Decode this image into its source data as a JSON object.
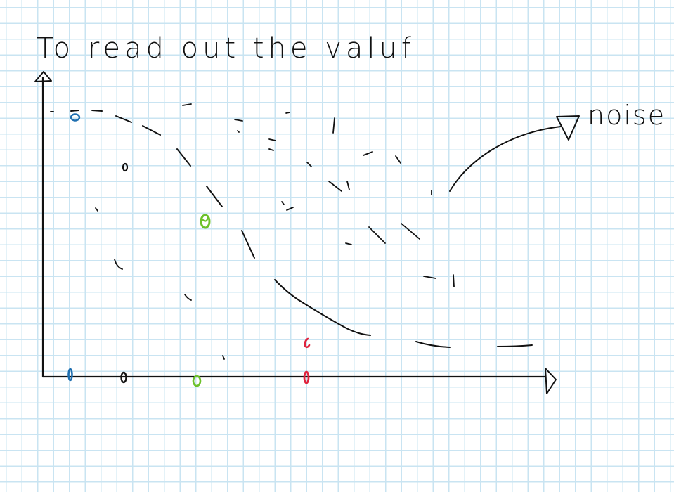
{
  "note": {
    "title": "To read out the valuf",
    "callout_label": "noise"
  },
  "colors": {
    "ink": "#111111",
    "paper": "#ffffff",
    "grid": "#c9e4f2",
    "blue": "#1f6fb0",
    "black": "#111111",
    "green": "#6cc12a",
    "red": "#e0233d"
  },
  "icons": {
    "y_axis_arrow": "triangle-up-icon",
    "x_axis_arrow": "triangle-right-icon",
    "noise_arrow": "triangle-down-icon"
  },
  "markers": [
    {
      "name": "blue-marker",
      "color": "blue"
    },
    {
      "name": "black-marker",
      "color": "black"
    },
    {
      "name": "green-marker",
      "color": "green"
    },
    {
      "name": "red-marker",
      "color": "red"
    }
  ]
}
